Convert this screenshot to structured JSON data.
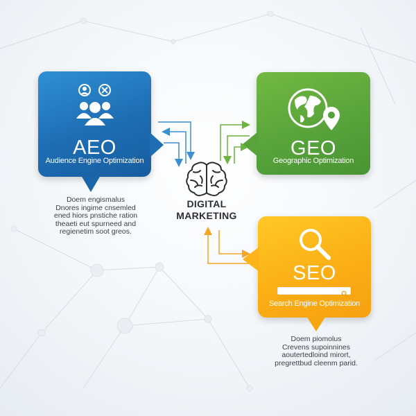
{
  "center": {
    "line1": "DIGITAL",
    "line2": "MARKETING",
    "icon": "brain-icon"
  },
  "cards": {
    "aeo": {
      "title": "AEO",
      "subtitle": "Audience Engine Optimization",
      "icon": "audience-people-icon",
      "color": "#1e6db3"
    },
    "geo": {
      "title": "GEO",
      "subtitle": "Geographic Optimization",
      "icon": "globe-location-icon",
      "color": "#56a23a"
    },
    "seo": {
      "title": "SEO",
      "subtitle": "Search Engine Optimization",
      "icon": "magnifier-icon",
      "color": "#fbad14"
    }
  },
  "captions": {
    "aeo": [
      "Doem engismalus",
      "Dnores ingime cnsemled",
      "ened hiors pnstiche ration",
      "theaeti eut spurneed and",
      "regienetim soot greos."
    ],
    "seo": [
      "Doem piomolus",
      "Crevens supoinnines",
      "aoutertedloind mirort,",
      "pregrettbud cleenm parid."
    ]
  },
  "arrow_colors": {
    "blue": "#3b8fd0",
    "green": "#6ab43f",
    "orange": "#f5a623"
  }
}
